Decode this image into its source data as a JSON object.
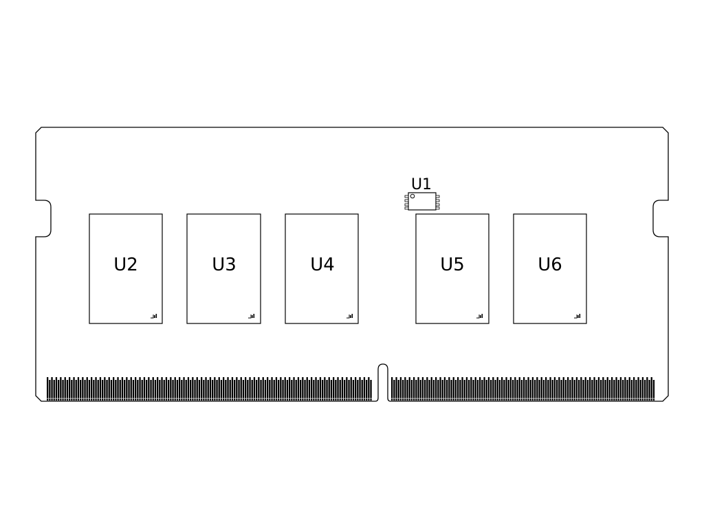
{
  "diagram": {
    "line_color": "#000000",
    "background_color": "#ffffff",
    "spd_chip": {
      "label": "U1"
    },
    "memory_chips": [
      {
        "label": "U2"
      },
      {
        "label": "U3"
      },
      {
        "label": "U4"
      },
      {
        "label": "U5"
      },
      {
        "label": "U6"
      }
    ]
  }
}
